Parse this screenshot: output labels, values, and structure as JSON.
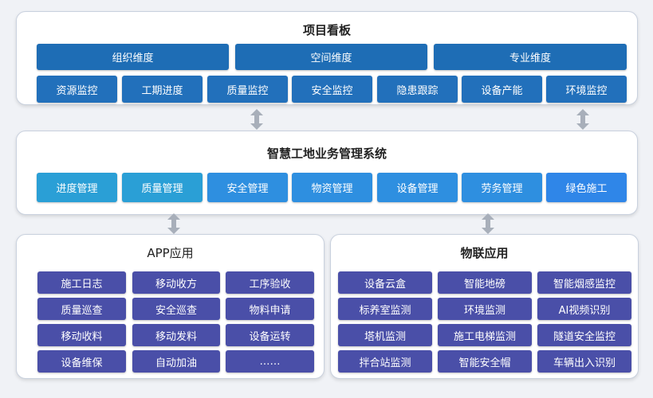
{
  "kanban": {
    "title": "项目看板",
    "dimensions": [
      "组织维度",
      "空间维度",
      "专业维度"
    ],
    "monitors": [
      "资源监控",
      "工期进度",
      "质量监控",
      "安全监控",
      "隐患跟踪",
      "设备产能",
      "环境监控"
    ]
  },
  "management": {
    "title": "智慧工地业务管理系统",
    "items": [
      "进度管理",
      "质量管理",
      "安全管理",
      "物资管理",
      "设备管理",
      "劳务管理",
      "绿色施工"
    ],
    "colors": [
      "#2a9fd6",
      "#2a9fd6",
      "#2e8fe0",
      "#2e8fe0",
      "#2e8fe0",
      "#2e8fe0",
      "#2f86e8"
    ]
  },
  "app": {
    "title": "APP应用",
    "items": [
      "施工日志",
      "移动收方",
      "工序验收",
      "质量巡查",
      "安全巡查",
      "物料申请",
      "移动收料",
      "移动发料",
      "设备运转",
      "设备维保",
      "自动加油",
      "……"
    ]
  },
  "iot": {
    "title": "物联应用",
    "items": [
      "设备云盒",
      "智能地磅",
      "智能烟感监控",
      "标养室监测",
      "环境监测",
      "AI视频识别",
      "塔机监测",
      "施工电梯监测",
      "隧道安全监控",
      "拌合站监测",
      "智能安全帽",
      "车辆出入识别"
    ]
  },
  "colors": {
    "arrow": "#a8afba",
    "panel_border": "#c9d1de",
    "dimension": "#1e6db5",
    "monitor": "#2270bb",
    "app_item": "#4a4fa8"
  }
}
